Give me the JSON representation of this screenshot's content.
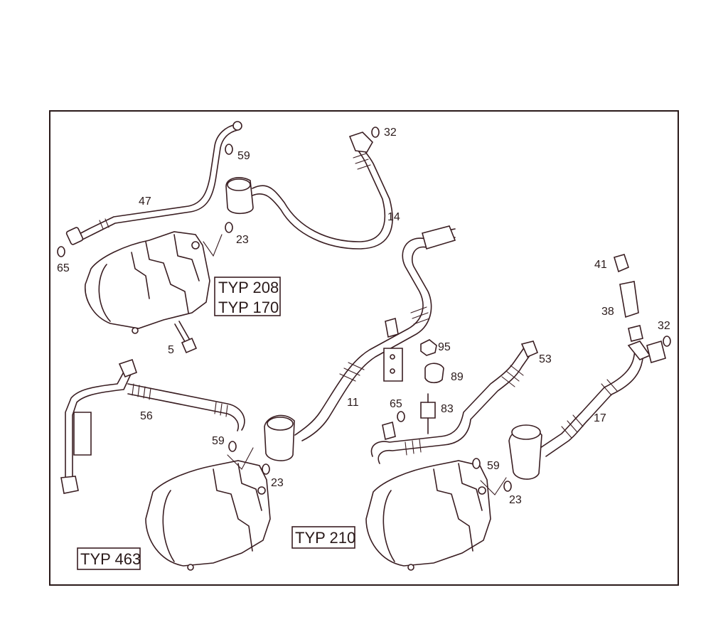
{
  "variants": [
    {
      "label_lines": [
        "TYP 208",
        "TYP 170"
      ]
    },
    {
      "label_lines": [
        "TYP 463"
      ]
    },
    {
      "label_lines": [
        "TYP 210"
      ]
    }
  ],
  "callouts": [
    "32",
    "59",
    "47",
    "14",
    "23",
    "65",
    "5",
    "11",
    "95",
    "89",
    "83",
    "65",
    "53",
    "56",
    "59",
    "23",
    "41",
    "38",
    "32",
    "17",
    "59",
    "23"
  ]
}
